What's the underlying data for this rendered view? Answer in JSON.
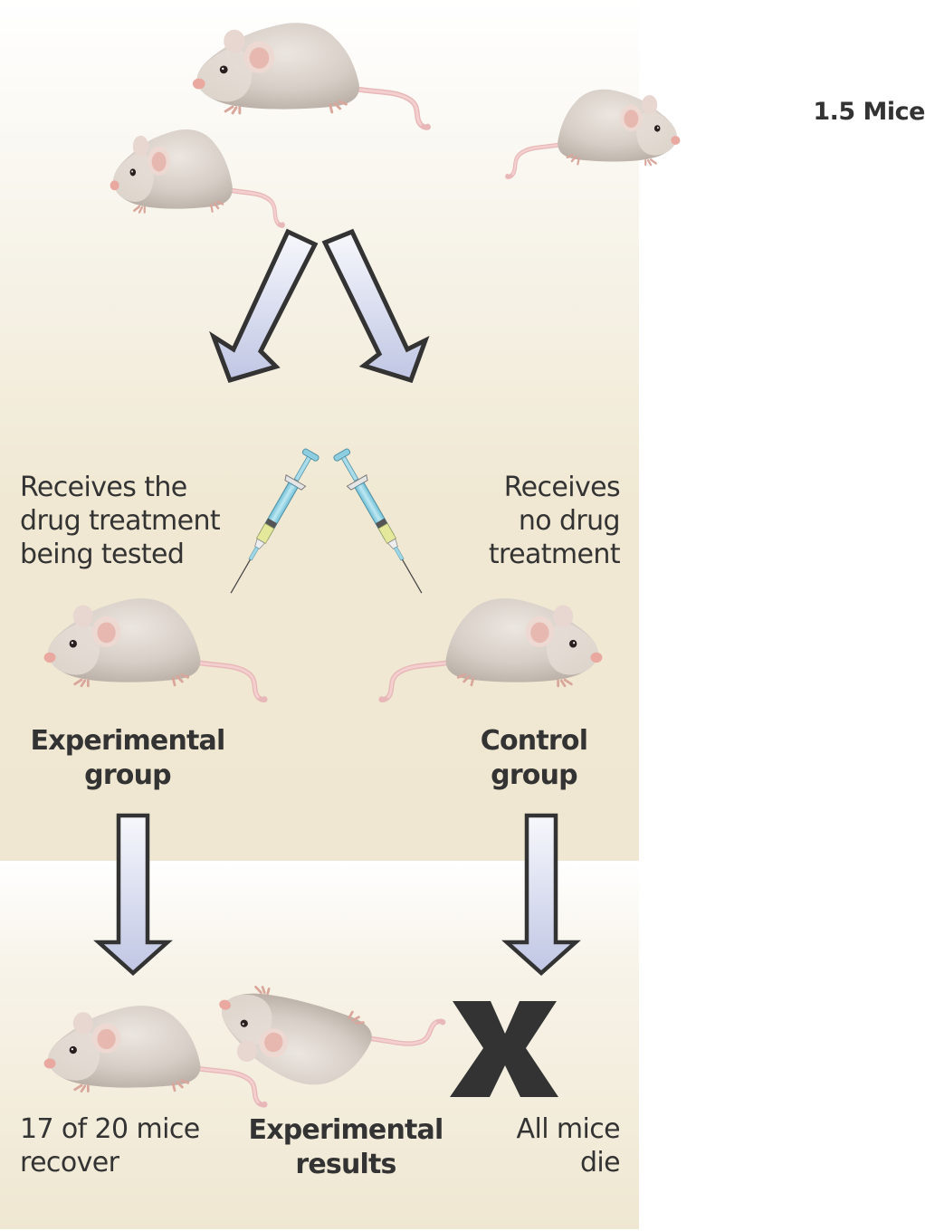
{
  "figure": {
    "title": "1.5 Mice"
  },
  "treatment": {
    "experimental_label": [
      "Receives the",
      "drug treatment",
      "being tested"
    ],
    "control_label": [
      "Receives",
      "no drug",
      "treatment"
    ]
  },
  "groups": {
    "experimental": [
      "Experimental",
      "group"
    ],
    "control": [
      "Control",
      "group"
    ]
  },
  "results": {
    "experimental_outcome": [
      "17 of 20 mice",
      "recover"
    ],
    "heading": [
      "Experimental",
      "results"
    ],
    "control_outcome": [
      "All mice",
      "die"
    ]
  },
  "icons": {
    "mouse": "mouse-illustration",
    "syringe": "syringe-icon",
    "arrow": "down-arrow",
    "death_mark": "x-mark"
  },
  "colors": {
    "panel_beige": "#efe7d1",
    "arrow_fill_light": "#f4f5fb",
    "arrow_fill_dark": "#c3c8e5",
    "outline": "#333333",
    "mouse_fur": "#d8d0c8",
    "syringe_blue": "#8fd0e0",
    "liquid_yellow": "#e3e89a"
  }
}
